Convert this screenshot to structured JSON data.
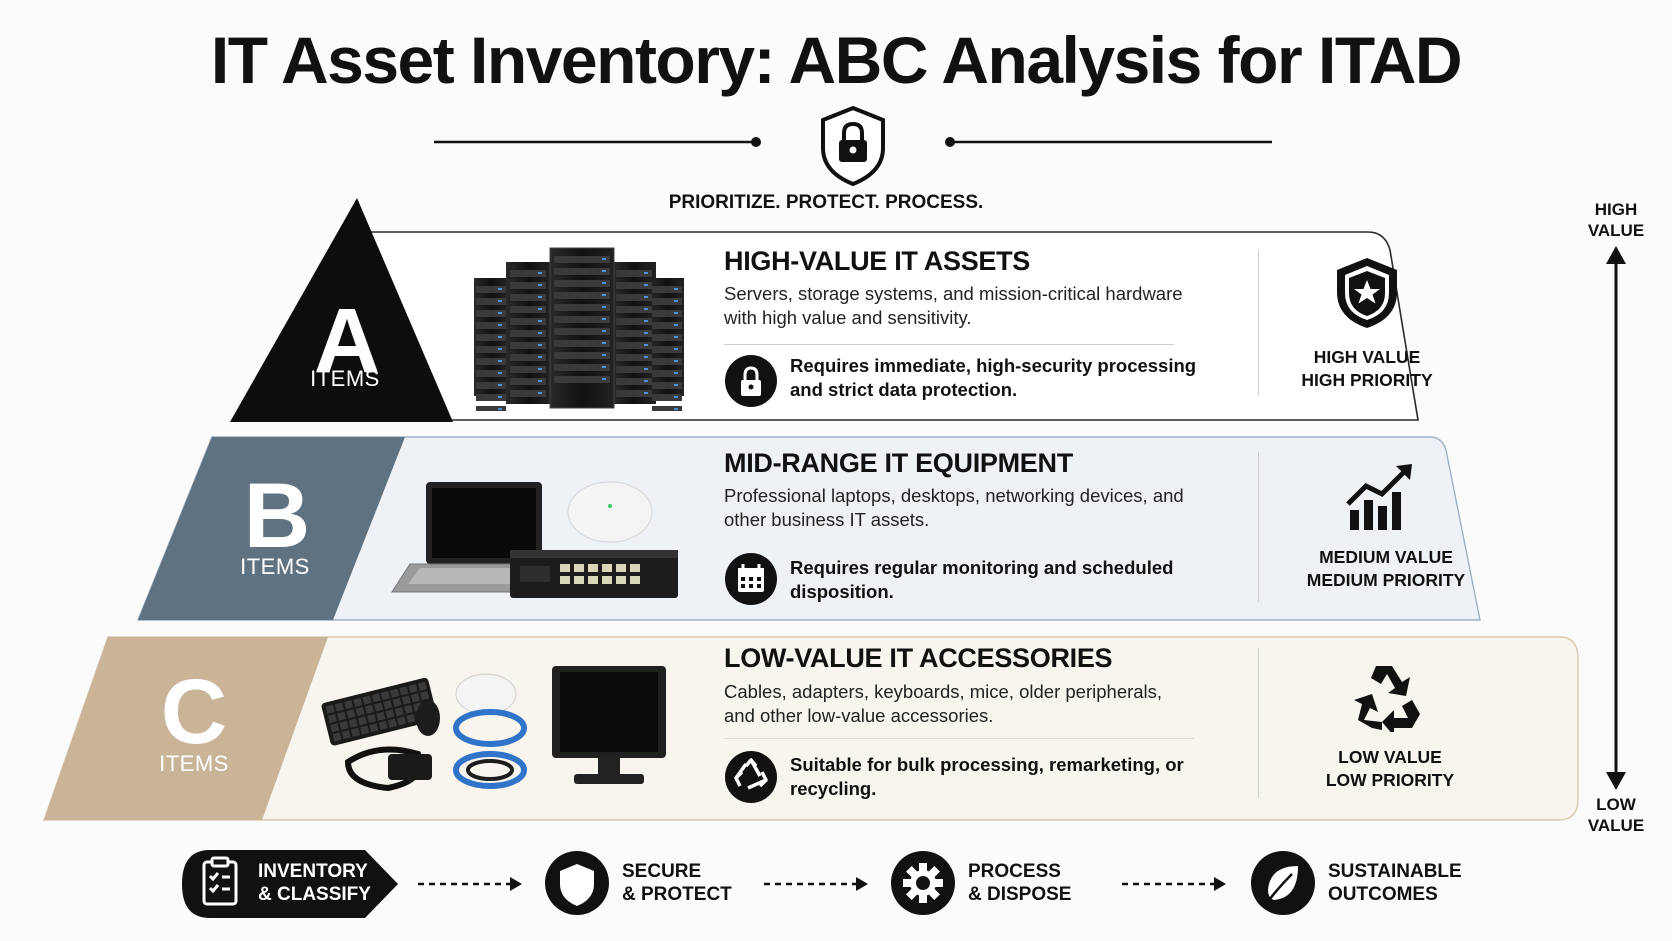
{
  "title": "IT Asset Inventory: ABC Analysis for ITAD",
  "tagline": "PRIORITIZE. PROTECT. PROCESS.",
  "axis": {
    "top": "HIGH\nVALUE",
    "bottom": "LOW\nVALUE"
  },
  "tiers": [
    {
      "letter": "A",
      "items": "ITEMS",
      "heading": "HIGH-VALUE IT ASSETS",
      "description": "Servers, storage systems, and mission-critical hardware with high value and sensitivity.",
      "note": "Requires immediate, high-security processing and strict data protection.",
      "badge": "HIGH VALUE\nHIGH PRIORITY",
      "note_icon": "lock-icon",
      "badge_icon": "star-shield-icon",
      "color": "#111111",
      "bg": "#ffffff"
    },
    {
      "letter": "B",
      "items": "ITEMS",
      "heading": "MID-RANGE IT EQUIPMENT",
      "description": "Professional laptops, desktops, networking devices, and other business IT assets.",
      "note": "Requires regular monitoring and scheduled disposition.",
      "badge": "MEDIUM VALUE\nMEDIUM PRIORITY",
      "note_icon": "calendar-icon",
      "badge_icon": "growth-chart-icon",
      "color": "#5f7282",
      "bg": "#eef2f6"
    },
    {
      "letter": "C",
      "items": "ITEMS",
      "heading": "LOW-VALUE IT ACCESSORIES",
      "description": "Cables, adapters, keyboards, mice, older peripherals, and other low-value accessories.",
      "note": "Suitable for bulk processing, remarketing, or recycling.",
      "badge": "LOW VALUE\nLOW PRIORITY",
      "note_icon": "recycle-icon",
      "badge_icon": "recycle-icon",
      "color": "#c9b497",
      "bg": "#f8f4ee"
    }
  ],
  "workflow": [
    {
      "label": "INVENTORY\n& CLASSIFY",
      "icon": "clipboard-checklist-icon"
    },
    {
      "label": "SECURE\n& PROTECT",
      "icon": "shield-icon"
    },
    {
      "label": "PROCESS\n& DISPOSE",
      "icon": "gear-icon"
    },
    {
      "label": "SUSTAINABLE\nOUTCOMES",
      "icon": "leaf-icon"
    }
  ]
}
